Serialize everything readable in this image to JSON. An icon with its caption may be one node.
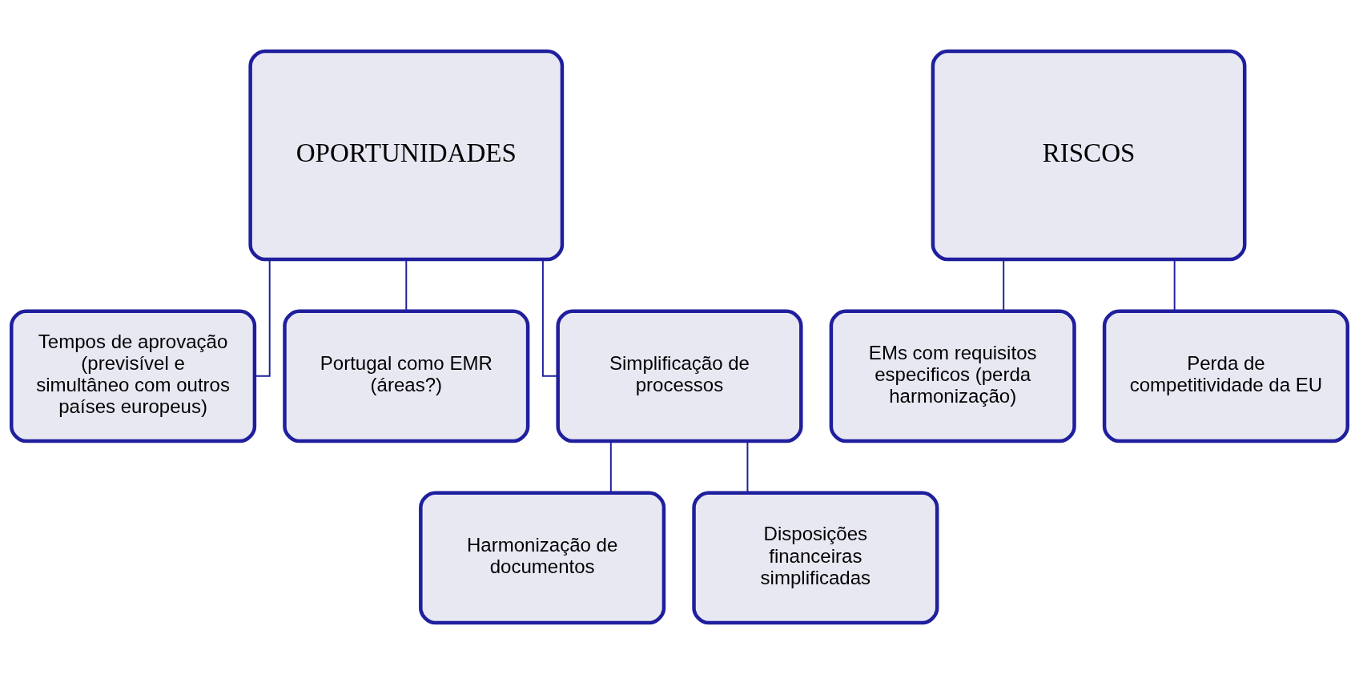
{
  "diagram": {
    "nodes": [
      {
        "text": [
          "OPORTUNIDADES"
        ]
      },
      {
        "text": [
          "Tempos de aprovação (previsível e simultâneo com outros países europeus)"
        ]
      },
      {
        "text": [
          "Portugal como EMR (áreas?)"
        ]
      },
      {
        "text": [
          "Simplificação de processos"
        ]
      },
      {
        "text": [
          "Harmonização de documentos"
        ]
      },
      {
        "text": [
          "Disposições financeiras simplificadas"
        ]
      },
      {
        "text": [
          "RISCOS"
        ]
      },
      {
        "text": [
          "EMs com requisitos especificos (perda harmonização)"
        ]
      },
      {
        "text": [
          "Perda de competitividade da EU"
        ]
      }
    ],
    "edges": [
      {
        "from": 0,
        "to": 1,
        "arrow": "none"
      },
      {
        "from": 0,
        "to": 2,
        "arrow": "none"
      },
      {
        "from": 0,
        "to": 3,
        "arrow": "none"
      },
      {
        "from": 3,
        "to": 4,
        "arrow": "none"
      },
      {
        "from": 3,
        "to": 5,
        "arrow": "none"
      },
      {
        "from": 6,
        "to": 7,
        "arrow": "none"
      },
      {
        "from": 6,
        "to": 8,
        "arrow": "none"
      }
    ]
  }
}
